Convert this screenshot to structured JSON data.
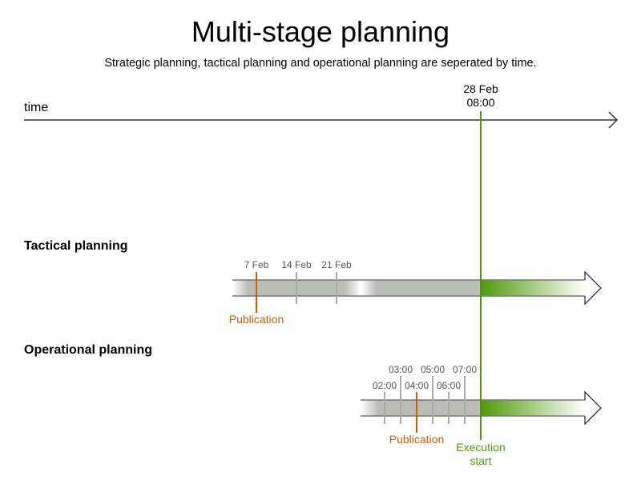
{
  "title": "Multi-stage planning",
  "subtitle": "Strategic planning, tactical planning and operational planning are seperated by time.",
  "time_axis": {
    "label": "time",
    "marker_date": "28 Feb",
    "marker_time": "08:00"
  },
  "tactical": {
    "heading": "Tactical planning",
    "ticks": [
      "7 Feb",
      "14 Feb",
      "21 Feb"
    ],
    "publication_label": "Publication"
  },
  "operational": {
    "heading": "Operational planning",
    "ticks": [
      "02:00",
      "03:00",
      "04:00",
      "05:00",
      "06:00",
      "07:00"
    ],
    "publication_label": "Publication",
    "execution_line1": "Execution",
    "execution_line2": "start"
  },
  "colors": {
    "execution": "#4e9a06",
    "publication": "#ce5c00",
    "bar": "#babdb6",
    "tick": "#aaaaaa"
  }
}
